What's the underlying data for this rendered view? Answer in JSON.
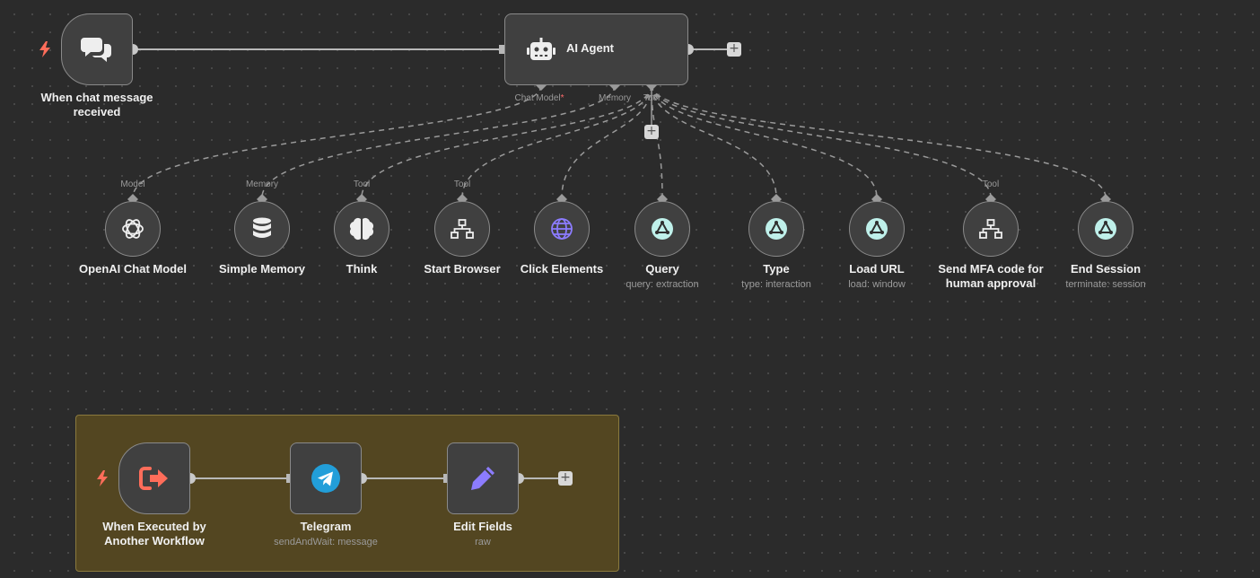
{
  "nodes": {
    "chat_trigger": {
      "label_line1": "When chat message",
      "label_line2": "received",
      "icon": "chat-bubbles-icon"
    },
    "ai_agent": {
      "label": "AI Agent",
      "icon": "robot-icon",
      "ports": {
        "chat_model": "Chat Model",
        "required_mark": "*",
        "memory": "Memory",
        "tool": "Tool"
      }
    },
    "subnodes": [
      {
        "label": "OpenAI Chat Model",
        "sub": "",
        "port": "Model",
        "icon": "openai-icon"
      },
      {
        "label": "Simple Memory",
        "sub": "",
        "port": "Memory",
        "icon": "database-icon"
      },
      {
        "label": "Think",
        "sub": "",
        "port": "Tool",
        "icon": "brain-icon"
      },
      {
        "label": "Start Browser",
        "sub": "",
        "port": "Tool",
        "icon": "network-icon"
      },
      {
        "label": "Click Elements",
        "sub": "",
        "port": "",
        "icon": "globe-icon"
      },
      {
        "label": "Query",
        "sub": "query: extraction",
        "port": "",
        "icon": "airtop-icon"
      },
      {
        "label": "Type",
        "sub": "type: interaction",
        "port": "",
        "icon": "airtop-icon"
      },
      {
        "label": "Load URL",
        "sub": "load: window",
        "port": "",
        "icon": "airtop-icon"
      },
      {
        "label_line1": "Send MFA code for",
        "label_line2": "human approval",
        "sub": "",
        "port": "Tool",
        "icon": "network-icon"
      },
      {
        "label": "End Session",
        "sub": "terminate: session",
        "port": "",
        "icon": "airtop-icon"
      }
    ],
    "exec_trigger": {
      "label_line1": "When Executed by",
      "label_line2": "Another Workflow",
      "icon": "sign-out-icon"
    },
    "telegram": {
      "label": "Telegram",
      "sub": "sendAndWait: message",
      "icon": "telegram-icon"
    },
    "edit_fields": {
      "label": "Edit Fields",
      "sub": "raw",
      "icon": "pencil-icon"
    }
  },
  "colors": {
    "canvas": "#2b2b2b",
    "node": "#404040",
    "border": "#8a8a8a",
    "group_fill": "#534621",
    "trigger_bolt": "#ff6d5a",
    "airtop_teal": "#bff0ea",
    "telegram_blue": "#229ed9",
    "pencil_purple": "#8c7cff",
    "globe_purple": "#8c7cff"
  }
}
